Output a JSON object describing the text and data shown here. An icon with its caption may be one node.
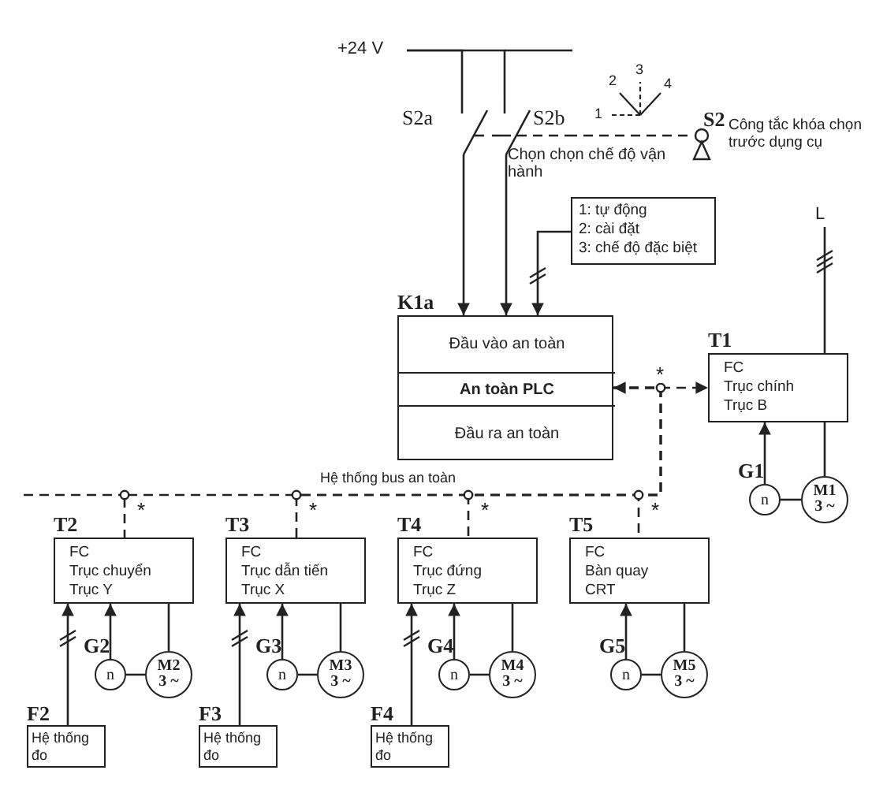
{
  "diagram": {
    "nodes": [
      {
        "text": [
          "+24 V"
        ]
      },
      {
        "text": [
          "S2a"
        ]
      },
      {
        "text": [
          "S2b"
        ]
      },
      {
        "text": [
          "S2"
        ],
        "beside": [
          "Công tắc khóa chọn trước dụng cụ"
        ]
      },
      {
        "text": [
          "1: tự động",
          "2: cài đặt",
          "3: chế độ đặc biệt"
        ]
      },
      {
        "text": [
          "K1a"
        ]
      },
      {
        "text": [
          "Đầu vào an toàn"
        ],
        "in": 5
      },
      {
        "text": [
          "An toàn PLC"
        ],
        "in": 5
      },
      {
        "text": [
          "Đầu ra an toàn"
        ],
        "in": 5
      },
      {
        "text": [
          "L"
        ]
      },
      {
        "text": [
          "T1",
          "FC",
          "Trục chính",
          "Trục B"
        ]
      },
      {
        "text": [
          "G1",
          "n"
        ]
      },
      {
        "text": [
          "M1 3 ~"
        ]
      },
      {
        "text": [
          "T2",
          "FC",
          "Trục chuyển",
          "Trục Y"
        ]
      },
      {
        "text": [
          "G2",
          "n"
        ]
      },
      {
        "text": [
          "M2 3 ~"
        ]
      },
      {
        "text": [
          "F2",
          "Hệ thống đo"
        ]
      },
      {
        "text": [
          "T3",
          "FC",
          "Trục dẫn tiến",
          "Trục X"
        ]
      },
      {
        "text": [
          "G3",
          "n"
        ]
      },
      {
        "text": [
          "M3 3 ~"
        ]
      },
      {
        "text": [
          "F3",
          "Hệ thống đo"
        ]
      },
      {
        "text": [
          "T4",
          "FC",
          "Trục đứng",
          "Trục Z"
        ]
      },
      {
        "text": [
          "G4",
          "n"
        ]
      },
      {
        "text": [
          "M4 3 ~"
        ]
      },
      {
        "text": [
          "F4",
          "Hệ thống đo"
        ]
      },
      {
        "text": [
          "T5",
          "FC",
          "Bàn quay",
          "CRT"
        ]
      },
      {
        "text": [
          "G5",
          "n"
        ]
      },
      {
        "text": [
          "M5 3 ~"
        ]
      }
    ],
    "edges": [
      {
        "from": 0,
        "to": 1,
        "arrow": "none"
      },
      {
        "from": 0,
        "to": 2,
        "arrow": "none"
      },
      {
        "from": 3,
        "to": 2,
        "arrow": "none",
        "style": "dashed"
      },
      {
        "from": 2,
        "to": 1,
        "arrow": "none",
        "style": "dashed"
      },
      {
        "from": 1,
        "to": 6,
        "arrow": "to"
      },
      {
        "from": 2,
        "to": 6,
        "arrow": "to"
      },
      {
        "from": 4,
        "to": 6,
        "arrow": "to"
      },
      {
        "from": 7,
        "to": 10,
        "arrow": "both",
        "style": "dashed",
        "label": "*"
      },
      {
        "from": 9,
        "to": 10,
        "arrow": "none"
      },
      {
        "from": 11,
        "to": 10,
        "arrow": "to"
      },
      {
        "from": 11,
        "to": 12,
        "arrow": "none"
      },
      {
        "from": 12,
        "to": 10,
        "arrow": "none"
      },
      {
        "from": 7,
        "to": 13,
        "arrow": "none",
        "style": "dashed",
        "label": "*"
      },
      {
        "from": 7,
        "to": 17,
        "arrow": "none",
        "style": "dashed",
        "label": "*"
      },
      {
        "from": 7,
        "to": 21,
        "arrow": "none",
        "style": "dashed",
        "label": "*"
      },
      {
        "from": 7,
        "to": 25,
        "arrow": "none",
        "style": "dashed",
        "label": "*"
      },
      {
        "from": 14,
        "to": 13,
        "arrow": "to"
      },
      {
        "from": 14,
        "to": 15,
        "arrow": "none"
      },
      {
        "from": 15,
        "to": 13,
        "arrow": "none"
      },
      {
        "from": 16,
        "to": 13,
        "arrow": "to"
      },
      {
        "from": 18,
        "to": 17,
        "arrow": "to"
      },
      {
        "from": 18,
        "to": 19,
        "arrow": "none"
      },
      {
        "from": 19,
        "to": 17,
        "arrow": "none"
      },
      {
        "from": 20,
        "to": 17,
        "arrow": "to"
      },
      {
        "from": 22,
        "to": 21,
        "arrow": "to"
      },
      {
        "from": 22,
        "to": 23,
        "arrow": "none"
      },
      {
        "from": 23,
        "to": 21,
        "arrow": "none"
      },
      {
        "from": 24,
        "to": 21,
        "arrow": "to"
      },
      {
        "from": 26,
        "to": 25,
        "arrow": "to"
      },
      {
        "from": 26,
        "to": 27,
        "arrow": "none"
      },
      {
        "from": 27,
        "to": 25,
        "arrow": "none"
      }
    ],
    "labels": [
      "1",
      "2",
      "3",
      "4",
      "Chọn chọn chế độ vận hành",
      "Hệ thống bus an toàn"
    ]
  }
}
